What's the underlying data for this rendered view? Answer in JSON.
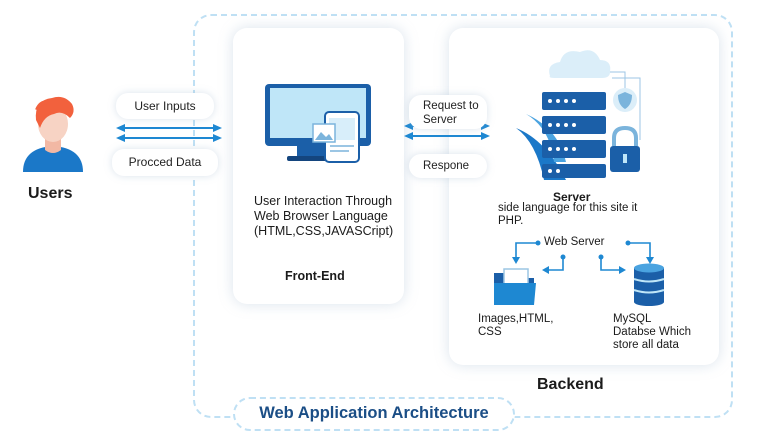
{
  "users": {
    "label": "Users"
  },
  "left_links": {
    "inputs": "User Inputs",
    "procced": "Procced Data"
  },
  "front": {
    "description_lines": [
      "User Interaction Through",
      "Web Browser Language",
      "(HTML,CSS,JAVASCript)"
    ],
    "title": "Front-End"
  },
  "middle_links": {
    "request_lines": [
      "Request to",
      "Server"
    ],
    "respone": "Respone"
  },
  "server": {
    "title": "Server",
    "description_lines": [
      "side language for this site it",
      "PHP."
    ]
  },
  "backend": {
    "web_server": "Web Server",
    "images_lines": [
      "Images,HTML,",
      "CSS"
    ],
    "mysql_lines": [
      "MySQL",
      "Databse Which",
      "store all data"
    ],
    "title": "Backend"
  },
  "title": "Web Application Architecture",
  "colors": {
    "accent": "#1e88d2",
    "dark_blue": "#1b4e86",
    "dashed": "#bfe0f4",
    "user_hair": "#f2613d",
    "user_skin": "#f7d3c4"
  },
  "icons": [
    "user-icon",
    "monitor-icon",
    "phone-icon",
    "server-stack-icon",
    "cloud-icon",
    "shield-icon",
    "lock-icon",
    "folder-icon",
    "database-icon"
  ]
}
